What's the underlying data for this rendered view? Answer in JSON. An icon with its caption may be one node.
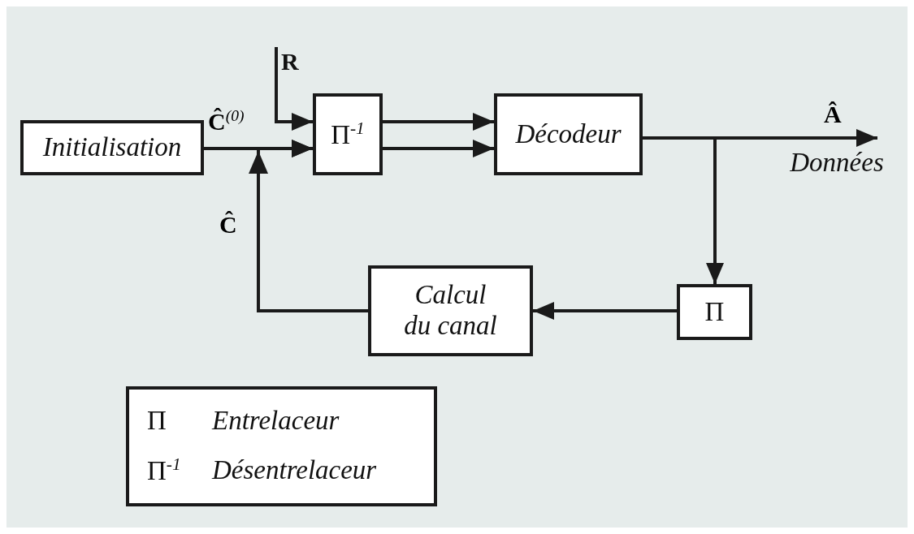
{
  "diagram": {
    "nodes": [
      {
        "text": [
          "Initialisation"
        ]
      },
      {
        "text": [
          "Π$^{-1}$"
        ]
      },
      {
        "text": [
          "Décodeur"
        ]
      },
      {
        "text": [
          "Π"
        ]
      },
      {
        "text": [
          "Calcul du canal"
        ]
      },
      {
        "text": [
          "Π",
          "Entrelaceur",
          "Π$^{-1}$",
          "Désentrelaceur"
        ]
      },
      {
        "text": [
          "R"
        ]
      },
      {
        "text": [
          "Données"
        ]
      }
    ],
    "edges": [
      {
        "from": 0,
        "to": 1,
        "arrow": "to",
        "label": "Ĉ$^{(0)}$"
      },
      {
        "from": 6,
        "to": 1,
        "arrow": "to"
      },
      {
        "from": 1,
        "to": 2,
        "arrow": "to"
      },
      {
        "from": 1,
        "to": 2,
        "arrow": "to"
      },
      {
        "from": 2,
        "to": 7,
        "arrow": "to",
        "label": "Â"
      },
      {
        "from": 2,
        "to": 3,
        "arrow": "to"
      },
      {
        "from": 3,
        "to": 4,
        "arrow": "to"
      },
      {
        "from": 4,
        "to": 1,
        "arrow": "to",
        "label": "Ĉ"
      }
    ]
  }
}
